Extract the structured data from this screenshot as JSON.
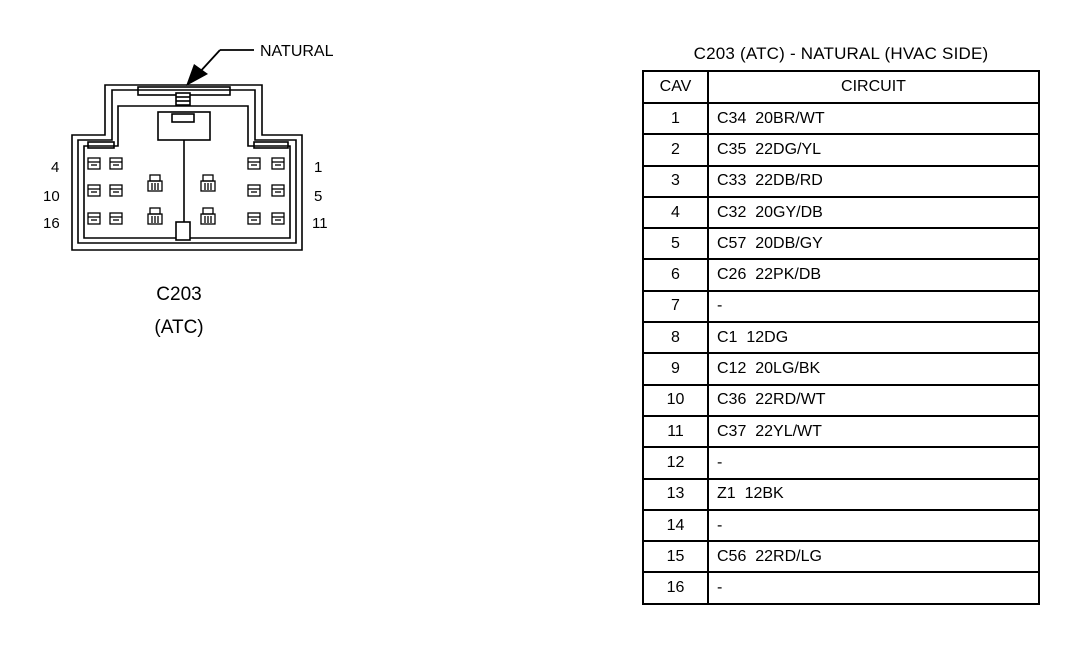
{
  "connector": {
    "callout_label": "NATURAL",
    "cavity_labels": {
      "top_left": "4",
      "mid_left": "10",
      "bottom_left": "16",
      "top_right": "1",
      "mid_right": "5",
      "bottom_right": "11"
    },
    "name": "C203",
    "subname": "(ATC)"
  },
  "table": {
    "title": "C203 (ATC) - NATURAL (HVAC SIDE)",
    "headers": [
      "CAV",
      "CIRCUIT"
    ],
    "rows": [
      {
        "cav": "1",
        "circuit": "C34  20BR/WT"
      },
      {
        "cav": "2",
        "circuit": "C35  22DG/YL"
      },
      {
        "cav": "3",
        "circuit": "C33  22DB/RD"
      },
      {
        "cav": "4",
        "circuit": "C32  20GY/DB"
      },
      {
        "cav": "5",
        "circuit": "C57  20DB/GY"
      },
      {
        "cav": "6",
        "circuit": "C26  22PK/DB"
      },
      {
        "cav": "7",
        "circuit": "-"
      },
      {
        "cav": "8",
        "circuit": "C1  12DG"
      },
      {
        "cav": "9",
        "circuit": "C12  20LG/BK"
      },
      {
        "cav": "10",
        "circuit": "C36  22RD/WT"
      },
      {
        "cav": "11",
        "circuit": "C37  22YL/WT"
      },
      {
        "cav": "12",
        "circuit": "-"
      },
      {
        "cav": "13",
        "circuit": "Z1  12BK"
      },
      {
        "cav": "14",
        "circuit": "-"
      },
      {
        "cav": "15",
        "circuit": "C56  22RD/LG"
      },
      {
        "cav": "16",
        "circuit": "-"
      }
    ]
  }
}
